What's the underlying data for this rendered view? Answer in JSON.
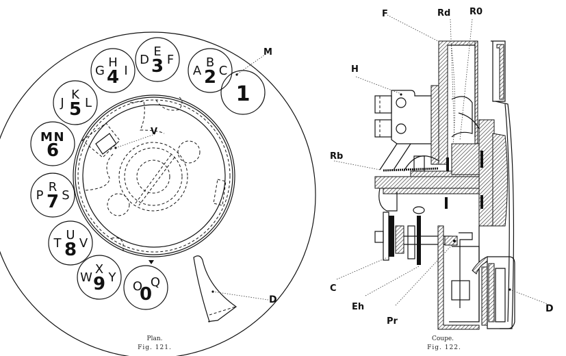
{
  "figures": [
    {
      "id": "fig121",
      "view": "Plan.",
      "caption": "Fig. 121.",
      "finger_holes": [
        {
          "digit": "1",
          "letters": ""
        },
        {
          "digit": "2",
          "letters": "ABC"
        },
        {
          "digit": "3",
          "letters": "DEF"
        },
        {
          "digit": "4",
          "letters": "GHI"
        },
        {
          "digit": "5",
          "letters": "JKL"
        },
        {
          "digit": "6",
          "letters": "MN"
        },
        {
          "digit": "7",
          "letters": "PRS"
        },
        {
          "digit": "8",
          "letters": "TUV"
        },
        {
          "digit": "9",
          "letters": "WXY"
        },
        {
          "digit": "0",
          "letters": "OQ"
        }
      ],
      "labels": {
        "M": "M",
        "V": "V",
        "D": "D"
      }
    },
    {
      "id": "fig122",
      "view": "Coupe.",
      "caption": "Fig. 122.",
      "labels": {
        "F": "F",
        "Rd": "Rd",
        "R0": "R0",
        "H": "H",
        "Rb": "Rb",
        "C": "C",
        "Eh": "Eh",
        "Pr": "Pr",
        "D": "D"
      }
    }
  ]
}
